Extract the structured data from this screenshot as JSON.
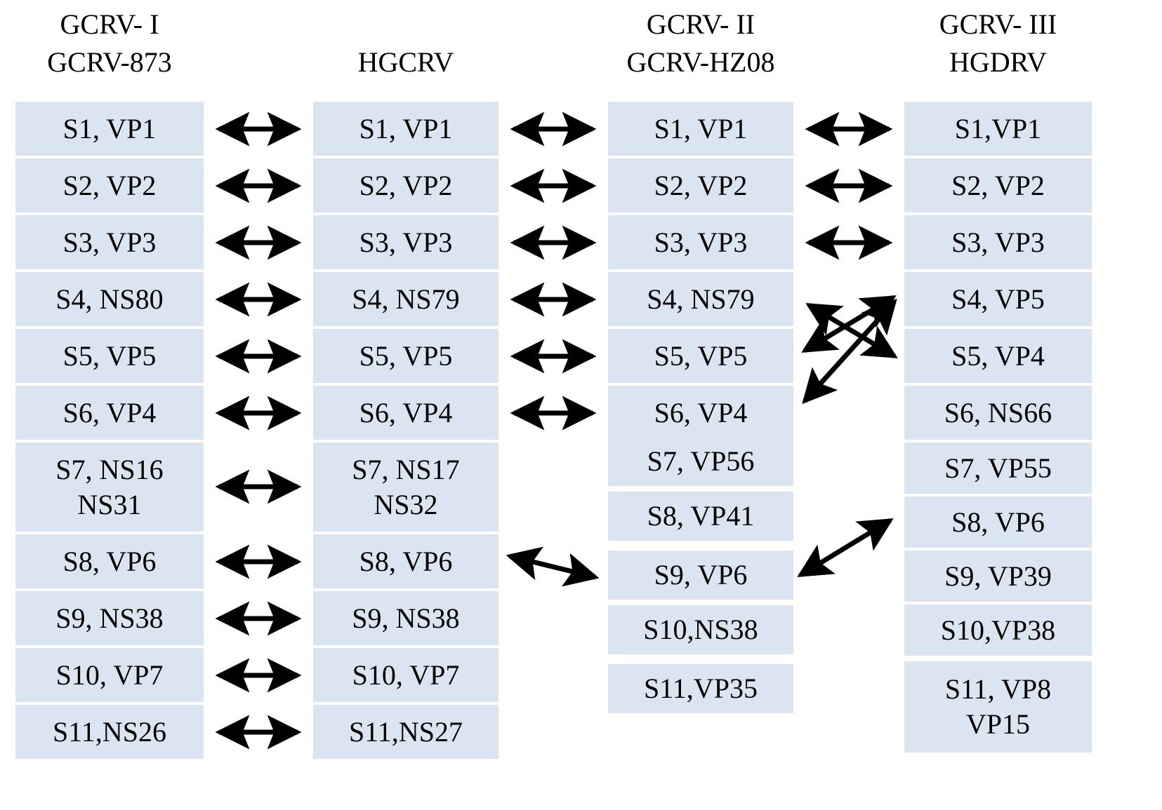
{
  "figure": {
    "type": "genome-segment-correspondence-diagram",
    "box_color": "#dbe5f1",
    "arrow_color": "#000000",
    "background": "#ffffff"
  },
  "columns": [
    {
      "id": "gcrv-i",
      "header_line1": "GCRV- I",
      "header_line2": "GCRV-873",
      "segments": [
        {
          "line1": "S1, VP1",
          "line2": ""
        },
        {
          "line1": "S2, VP2",
          "line2": ""
        },
        {
          "line1": "S3, VP3",
          "line2": ""
        },
        {
          "line1": "S4, NS80",
          "line2": ""
        },
        {
          "line1": "S5, VP5",
          "line2": ""
        },
        {
          "line1": "S6, VP4",
          "line2": ""
        },
        {
          "line1": "S7, NS16",
          "line2": "NS31"
        },
        {
          "line1": "S8, VP6",
          "line2": ""
        },
        {
          "line1": "S9, NS38",
          "line2": ""
        },
        {
          "line1": "S10, VP7",
          "line2": ""
        },
        {
          "line1": "S11,NS26",
          "line2": ""
        }
      ]
    },
    {
      "id": "hgcrv",
      "header_line1": "",
      "header_line2": "HGCRV",
      "segments": [
        {
          "line1": "S1, VP1",
          "line2": ""
        },
        {
          "line1": "S2, VP2",
          "line2": ""
        },
        {
          "line1": "S3, VP3",
          "line2": ""
        },
        {
          "line1": "S4, NS79",
          "line2": ""
        },
        {
          "line1": "S5, VP5",
          "line2": ""
        },
        {
          "line1": "S6, VP4",
          "line2": ""
        },
        {
          "line1": "S7, NS17",
          "line2": "NS32"
        },
        {
          "line1": "S8, VP6",
          "line2": ""
        },
        {
          "line1": "S9, NS38",
          "line2": ""
        },
        {
          "line1": "S10, VP7",
          "line2": ""
        },
        {
          "line1": "S11,NS27",
          "line2": ""
        }
      ]
    },
    {
      "id": "gcrv-ii",
      "header_line1": "GCRV- II",
      "header_line2": "GCRV-HZ08",
      "segments": [
        {
          "line1": "S1, VP1",
          "line2": ""
        },
        {
          "line1": "S2, VP2",
          "line2": ""
        },
        {
          "line1": "S3, VP3",
          "line2": ""
        },
        {
          "line1": "S4, NS79",
          "line2": ""
        },
        {
          "line1": "S5, VP5",
          "line2": ""
        },
        {
          "line1": "S6, VP4",
          "line2": ""
        },
        {
          "line1": "S7, VP56",
          "line2": ""
        },
        {
          "line1": "S8, VP41",
          "line2": ""
        },
        {
          "line1": "S9, VP6",
          "line2": ""
        },
        {
          "line1": "S10,NS38",
          "line2": ""
        },
        {
          "line1": "S11,VP35",
          "line2": ""
        }
      ]
    },
    {
      "id": "gcrv-iii",
      "header_line1": "GCRV- III",
      "header_line2": "HGDRV",
      "segments": [
        {
          "line1": "S1,VP1",
          "line2": ""
        },
        {
          "line1": "S2, VP2",
          "line2": ""
        },
        {
          "line1": "S3, VP3",
          "line2": ""
        },
        {
          "line1": "S4, VP5",
          "line2": ""
        },
        {
          "line1": "S5, VP4",
          "line2": ""
        },
        {
          "line1": "S6, NS66",
          "line2": ""
        },
        {
          "line1": "S7, VP55",
          "line2": ""
        },
        {
          "line1": "S8, VP6",
          "line2": ""
        },
        {
          "line1": "S9, VP39",
          "line2": ""
        },
        {
          "line1": "S10,VP38",
          "line2": ""
        },
        {
          "line1": "S11, VP8",
          "line2": "VP15"
        }
      ]
    }
  ],
  "connections": [
    {
      "from": "gcrv-873.S1",
      "to": "hgcrv.S1",
      "style": "double-horizontal"
    },
    {
      "from": "gcrv-873.S2",
      "to": "hgcrv.S2",
      "style": "double-horizontal"
    },
    {
      "from": "gcrv-873.S3",
      "to": "hgcrv.S3",
      "style": "double-horizontal"
    },
    {
      "from": "gcrv-873.S4",
      "to": "hgcrv.S4",
      "style": "double-horizontal"
    },
    {
      "from": "gcrv-873.S5",
      "to": "hgcrv.S5",
      "style": "double-horizontal"
    },
    {
      "from": "gcrv-873.S6",
      "to": "hgcrv.S6",
      "style": "double-horizontal"
    },
    {
      "from": "gcrv-873.S7",
      "to": "hgcrv.S7",
      "style": "double-horizontal"
    },
    {
      "from": "gcrv-873.S8",
      "to": "hgcrv.S8",
      "style": "double-horizontal"
    },
    {
      "from": "gcrv-873.S9",
      "to": "hgcrv.S9",
      "style": "double-horizontal"
    },
    {
      "from": "gcrv-873.S10",
      "to": "hgcrv.S10",
      "style": "double-horizontal"
    },
    {
      "from": "gcrv-873.S11",
      "to": "hgcrv.S11",
      "style": "double-horizontal"
    },
    {
      "from": "hgcrv.S1",
      "to": "gcrv-hz08.S1",
      "style": "double-horizontal"
    },
    {
      "from": "hgcrv.S2",
      "to": "gcrv-hz08.S2",
      "style": "double-horizontal"
    },
    {
      "from": "hgcrv.S3",
      "to": "gcrv-hz08.S3",
      "style": "double-horizontal"
    },
    {
      "from": "hgcrv.S4",
      "to": "gcrv-hz08.S4",
      "style": "double-horizontal"
    },
    {
      "from": "hgcrv.S5",
      "to": "gcrv-hz08.S5",
      "style": "double-horizontal"
    },
    {
      "from": "hgcrv.S6",
      "to": "gcrv-hz08.S6",
      "style": "double-horizontal"
    },
    {
      "from": "hgcrv.S8",
      "to": "gcrv-hz08.S9",
      "style": "double-diagonal"
    },
    {
      "from": "gcrv-hz08.S1",
      "to": "hgdrv.S1",
      "style": "double-horizontal"
    },
    {
      "from": "gcrv-hz08.S2",
      "to": "hgdrv.S2",
      "style": "double-horizontal"
    },
    {
      "from": "gcrv-hz08.S3",
      "to": "hgdrv.S3",
      "style": "double-horizontal"
    },
    {
      "from": "gcrv-hz08.S4",
      "to": "hgdrv.S5",
      "style": "double-diagonal-cross"
    },
    {
      "from": "gcrv-hz08.S5",
      "to": "hgdrv.S4",
      "style": "double-diagonal-cross"
    },
    {
      "from": "gcrv-hz08.S6",
      "to": "hgdrv.S4",
      "style": "double-diagonal-cross"
    },
    {
      "from": "gcrv-hz08.S9",
      "to": "hgdrv.S8",
      "style": "double-diagonal"
    }
  ]
}
